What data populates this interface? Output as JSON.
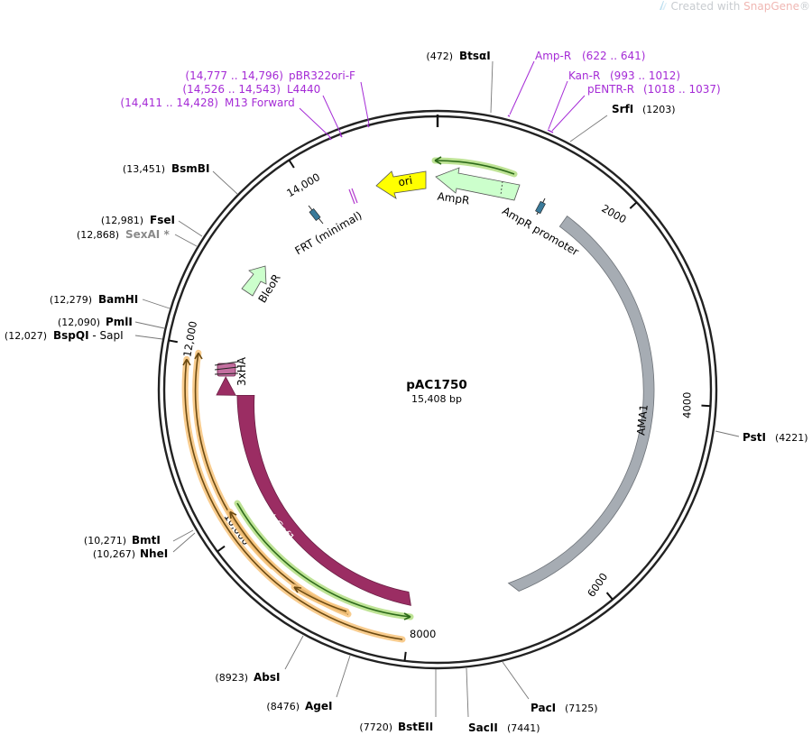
{
  "watermark": {
    "prefix": "Created with ",
    "brand": "SnapGene",
    "suffix": "®"
  },
  "plasmid": {
    "name": "pAC1750",
    "length_label": "15,408 bp",
    "length_bp": 15408
  },
  "ticks": [
    "2000",
    "4000",
    "6000",
    "8000",
    "10,000",
    "12,000",
    "14,000"
  ],
  "tick_positions": [
    2000,
    4000,
    6000,
    8000,
    10000,
    12000,
    14000
  ],
  "sites": [
    {
      "name": "BtsαI",
      "pos": 472,
      "label": "(472)"
    },
    {
      "name": "SrfI",
      "pos": 1203,
      "label": "(1203)"
    },
    {
      "name": "PstI",
      "pos": 4221,
      "label": "(4221)"
    },
    {
      "name": "PacI",
      "pos": 7125,
      "label": "(7125)"
    },
    {
      "name": "SacII",
      "pos": 7441,
      "label": "(7441)"
    },
    {
      "name": "BstEII",
      "pos": 7720,
      "label": "(7720)"
    },
    {
      "name": "AgeI",
      "pos": 8476,
      "label": "(8476)"
    },
    {
      "name": "AbsI",
      "pos": 8923,
      "label": "(8923)"
    },
    {
      "name": "NheI",
      "pos": 10267,
      "label": "(10,267)"
    },
    {
      "name": "BmtI",
      "pos": 10271,
      "label": "(10,271)"
    },
    {
      "name": "BspQI",
      "pos": 12027,
      "label": "(12,027)",
      "suffix": " - SapI"
    },
    {
      "name": "PmlI",
      "pos": 12090,
      "label": "(12,090)"
    },
    {
      "name": "BamHI",
      "pos": 12279,
      "label": "(12,279)"
    },
    {
      "name": "SexAI *",
      "pos": 12868,
      "label": "(12,868)",
      "gray": true
    },
    {
      "name": "FseI",
      "pos": 12981,
      "label": "(12,981)"
    },
    {
      "name": "BsmBI",
      "pos": 13451,
      "label": "(13,451)"
    }
  ],
  "primers": [
    {
      "name": "Amp-R",
      "range": "(622 .. 641)"
    },
    {
      "name": "Kan-R",
      "range": "(993 .. 1012)"
    },
    {
      "name": "pENTR-R",
      "range": "(1018 .. 1037)"
    },
    {
      "name": "pBR322ori-F",
      "range": "(14,777 .. 14,796)"
    },
    {
      "name": "L4440",
      "range": "(14,526 .. 14,543)"
    },
    {
      "name": "M13 Forward",
      "range": "(14,411 .. 14,428)"
    }
  ],
  "features": [
    {
      "name": "ori",
      "color": "#ffff00"
    },
    {
      "name": "AmpR",
      "color": "#ccffcc"
    },
    {
      "name": "AmpR promoter",
      "color": "#3a7a9a"
    },
    {
      "name": "AMA1",
      "color": "#a6acb3"
    },
    {
      "name": "LbCpf1",
      "color": "#9b2d63"
    },
    {
      "name": "3xHA",
      "color": "#c46fa0"
    },
    {
      "name": "BleoR",
      "color": "#ccffcc"
    },
    {
      "name": "FRT (minimal)",
      "color": "#3a7a9a"
    }
  ],
  "colors": {
    "primer": "#a52bd6",
    "orf_orange": "#f7c37a",
    "orf_green": "#b7e08a",
    "backbone": "#222222"
  }
}
